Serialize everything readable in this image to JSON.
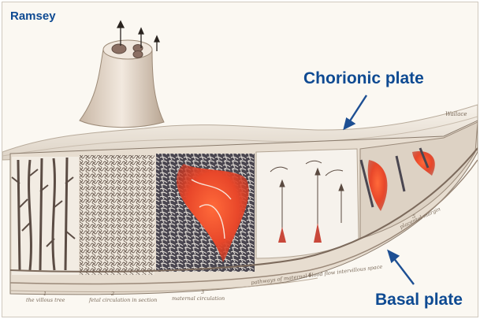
{
  "labels": {
    "author": "Ramsey",
    "chorionic": "Chorionic plate",
    "basal": "Basal plate"
  },
  "captions": {
    "c1": "the villous tree",
    "c2": "fetal circulation in section",
    "c3": "maternal circulation",
    "c4": "pathways of maternal blood flow intervillous space",
    "c5": "placental margin",
    "signature": "Wallace"
  },
  "numbers": {
    "n1": "1",
    "n2": "2",
    "n3": "3",
    "n4": "4",
    "n5": "5"
  },
  "colors": {
    "label_blue": "#0e4a92",
    "maternal_red": "#e8472a",
    "villous_dark": "#3a3640",
    "tissue": "#eae3d8"
  }
}
